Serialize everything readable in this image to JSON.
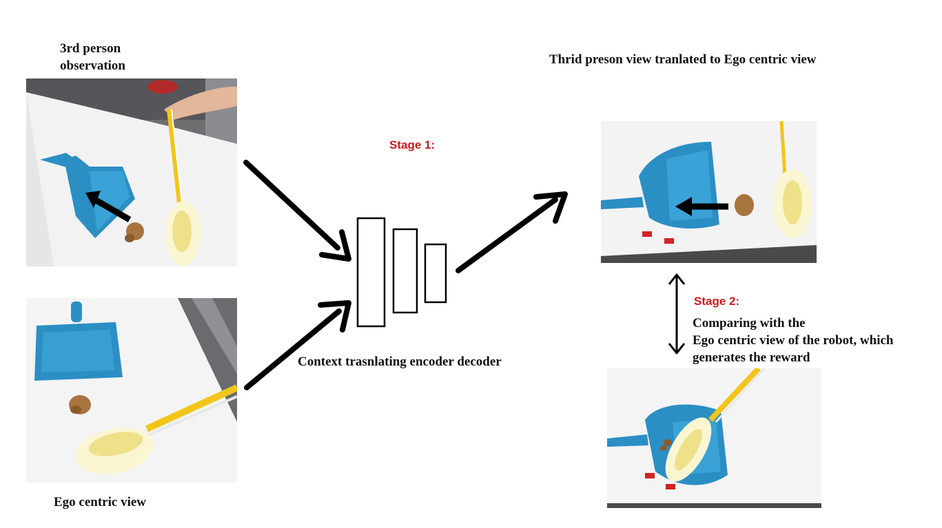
{
  "labels": {
    "third_person_observation_line1": "3rd person",
    "third_person_observation_line2": "observation",
    "ego_centric_view": "Ego centric view",
    "translated_view_title": "Thrid preson view tranlated to Ego centric view",
    "encoder_decoder": "Context trasnlating encoder decoder",
    "stage1": "Stage 1:",
    "stage2": "Stage 2:",
    "stage2_desc_line1": "Comparing with the",
    "stage2_desc_line2": "Ego centric view of the robot, which",
    "stage2_desc_line3": "generates the reward"
  },
  "colors": {
    "stage_label": "#cc1a1a",
    "dustpan": "#2b8fc4",
    "handle": "#f2c51b",
    "arrow": "#000000"
  }
}
